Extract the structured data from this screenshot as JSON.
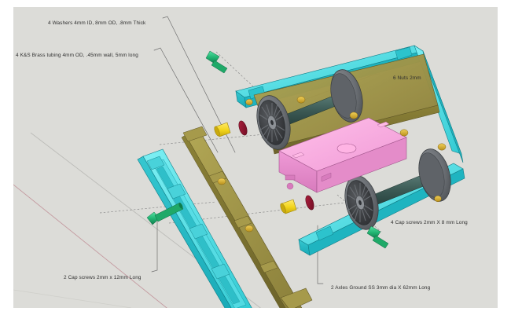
{
  "document": {
    "kind": "cad-exploded-assembly",
    "subject": "Model railway bogie / truck exploded parts view",
    "background_color": "#dcdcd8",
    "page_color": "#ffffff"
  },
  "callouts": [
    {
      "id": "washers",
      "text": "4 Washers  4mm ID, 8mm OD, .8mm Thick",
      "anchor": "washer-part",
      "leader_direction": "right-down"
    },
    {
      "id": "brass_tubing",
      "text": "4 K&S Brass tubing  4mm OD, .45mm wall, 5mm long",
      "anchor": "brass-tube-part",
      "leader_direction": "right-down"
    },
    {
      "id": "nuts",
      "text": "6 Nuts 2mm",
      "anchor": "nut-part",
      "leader_direction": "left-down"
    },
    {
      "id": "cap_screws_8",
      "text": "4 Cap screws  2mm X 8 mm Long",
      "anchor": "cap-screw-8mm",
      "leader_direction": "left-up"
    },
    {
      "id": "cap_screws_12",
      "text": "2 Cap screws 2mm x 12mm Long",
      "anchor": "cap-screw-12mm",
      "leader_direction": "right-up"
    },
    {
      "id": "axles",
      "text": "2 Axles Ground SS 3mm dia X 62mm Long",
      "anchor": "axle-part",
      "leader_direction": "left-up"
    }
  ],
  "parts": [
    {
      "name": "side-frame-near",
      "material": "cyan",
      "color": "#3ad6dd"
    },
    {
      "name": "side-frame-far",
      "material": "cyan",
      "color": "#3ad6dd"
    },
    {
      "name": "stretcher-beam",
      "material": "brass",
      "color": "#93883f"
    },
    {
      "name": "bolster-box",
      "material": "pink",
      "color": "#f0a0d8"
    },
    {
      "name": "wheelset-front",
      "material": "steel",
      "color": "#6e7277"
    },
    {
      "name": "wheelset-rear",
      "material": "steel",
      "color": "#6e7277"
    },
    {
      "name": "axle",
      "material": "stainless",
      "color": "#3c5a55"
    },
    {
      "name": "washer",
      "material": "fibre",
      "color": "#8e1330"
    },
    {
      "name": "brass-tube",
      "material": "brass",
      "color": "#f2d41a"
    },
    {
      "name": "cap-screw",
      "material": "green",
      "color": "#21b573"
    },
    {
      "name": "nut",
      "material": "brass",
      "color": "#d9ad28"
    }
  ],
  "axes": {
    "red_axis_color": "#b4898f",
    "grey_axis_color": "#b9b9b6",
    "dashed_assembly_line_color": "#808080"
  }
}
